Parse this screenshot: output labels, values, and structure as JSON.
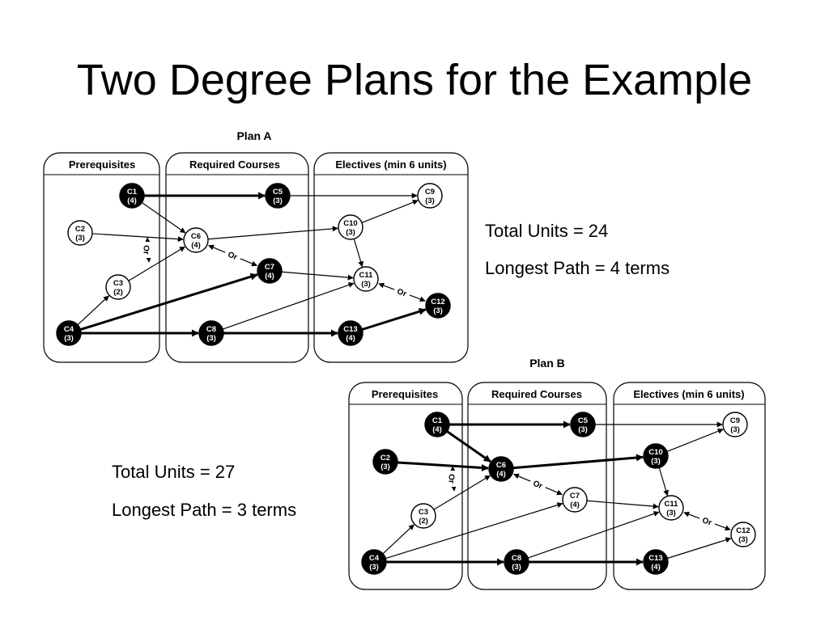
{
  "title": "Two Degree Plans for the Example",
  "plans": [
    {
      "id": "plan-a",
      "label": "Plan A",
      "sections": [
        "Prerequisites",
        "Required Courses",
        "Electives (min 6 units)"
      ],
      "stats": [
        "Total Units = 24",
        "Longest Path = 4 terms"
      ],
      "nodes": [
        {
          "id": "C1",
          "units": "(4)",
          "selected": true
        },
        {
          "id": "C2",
          "units": "(3)",
          "selected": false
        },
        {
          "id": "C3",
          "units": "(2)",
          "selected": false
        },
        {
          "id": "C4",
          "units": "(3)",
          "selected": true
        },
        {
          "id": "C5",
          "units": "(3)",
          "selected": true
        },
        {
          "id": "C6",
          "units": "(4)",
          "selected": false
        },
        {
          "id": "C7",
          "units": "(4)",
          "selected": true
        },
        {
          "id": "C8",
          "units": "(3)",
          "selected": true
        },
        {
          "id": "C9",
          "units": "(3)",
          "selected": false
        },
        {
          "id": "C10",
          "units": "(3)",
          "selected": false
        },
        {
          "id": "C11",
          "units": "(3)",
          "selected": false
        },
        {
          "id": "C12",
          "units": "(3)",
          "selected": true
        },
        {
          "id": "C13",
          "units": "(4)",
          "selected": true
        }
      ],
      "edges": [
        {
          "from": "C1",
          "to": "C5",
          "bold": true
        },
        {
          "from": "C1",
          "to": "C6",
          "bold": false
        },
        {
          "from": "C2",
          "to": "C6",
          "bold": false
        },
        {
          "from": "C3",
          "to": "C6",
          "bold": false
        },
        {
          "from": "C4",
          "to": "C3",
          "bold": false
        },
        {
          "from": "C4",
          "to": "C7",
          "bold": true
        },
        {
          "from": "C4",
          "to": "C8",
          "bold": true
        },
        {
          "from": "C5",
          "to": "C9",
          "bold": false
        },
        {
          "from": "C6",
          "to": "C10",
          "bold": false
        },
        {
          "from": "C10",
          "to": "C9",
          "bold": false
        },
        {
          "from": "C10",
          "to": "C11",
          "bold": false
        },
        {
          "from": "C7",
          "to": "C11",
          "bold": false
        },
        {
          "from": "C8",
          "to": "C11",
          "bold": false
        },
        {
          "from": "C8",
          "to": "C13",
          "bold": true
        },
        {
          "from": "C13",
          "to": "C12",
          "bold": true
        }
      ],
      "or_relations": [
        {
          "a": "C2",
          "b": "C3",
          "label": "Or"
        },
        {
          "a": "C6",
          "b": "C7",
          "label": "Or"
        },
        {
          "a": "C11",
          "b": "C12",
          "label": "Or"
        }
      ]
    },
    {
      "id": "plan-b",
      "label": "Plan B",
      "sections": [
        "Prerequisites",
        "Required Courses",
        "Electives (min 6 units)"
      ],
      "stats": [
        "Total Units = 27",
        "Longest Path = 3 terms"
      ],
      "nodes": [
        {
          "id": "C1",
          "units": "(4)",
          "selected": true
        },
        {
          "id": "C2",
          "units": "(3)",
          "selected": true
        },
        {
          "id": "C3",
          "units": "(2)",
          "selected": false
        },
        {
          "id": "C4",
          "units": "(3)",
          "selected": true
        },
        {
          "id": "C5",
          "units": "(3)",
          "selected": true
        },
        {
          "id": "C6",
          "units": "(4)",
          "selected": true
        },
        {
          "id": "C7",
          "units": "(4)",
          "selected": false
        },
        {
          "id": "C8",
          "units": "(3)",
          "selected": true
        },
        {
          "id": "C9",
          "units": "(3)",
          "selected": false
        },
        {
          "id": "C10",
          "units": "(3)",
          "selected": true
        },
        {
          "id": "C11",
          "units": "(3)",
          "selected": false
        },
        {
          "id": "C12",
          "units": "(3)",
          "selected": false
        },
        {
          "id": "C13",
          "units": "(4)",
          "selected": true
        }
      ],
      "edges": [
        {
          "from": "C1",
          "to": "C5",
          "bold": true
        },
        {
          "from": "C1",
          "to": "C6",
          "bold": true
        },
        {
          "from": "C2",
          "to": "C6",
          "bold": true
        },
        {
          "from": "C3",
          "to": "C6",
          "bold": false
        },
        {
          "from": "C4",
          "to": "C3",
          "bold": false
        },
        {
          "from": "C4",
          "to": "C7",
          "bold": false
        },
        {
          "from": "C4",
          "to": "C8",
          "bold": true
        },
        {
          "from": "C5",
          "to": "C9",
          "bold": false
        },
        {
          "from": "C6",
          "to": "C10",
          "bold": true
        },
        {
          "from": "C10",
          "to": "C9",
          "bold": false
        },
        {
          "from": "C10",
          "to": "C11",
          "bold": false
        },
        {
          "from": "C7",
          "to": "C11",
          "bold": false
        },
        {
          "from": "C8",
          "to": "C11",
          "bold": false
        },
        {
          "from": "C8",
          "to": "C13",
          "bold": true
        },
        {
          "from": "C13",
          "to": "C12",
          "bold": false
        }
      ],
      "or_relations": [
        {
          "a": "C2",
          "b": "C3",
          "label": "Or"
        },
        {
          "a": "C6",
          "b": "C7",
          "label": "Or"
        },
        {
          "a": "C11",
          "b": "C12",
          "label": "Or"
        }
      ]
    }
  ]
}
